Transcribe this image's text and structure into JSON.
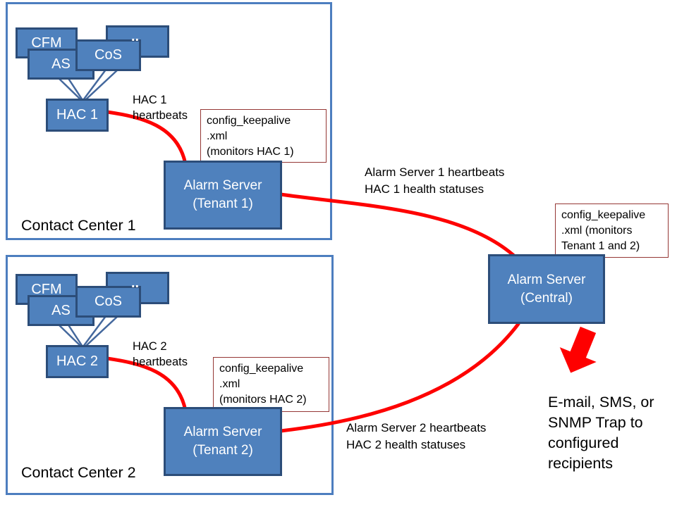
{
  "colors": {
    "box_fill": "#4f81bd",
    "box_border": "#2c4d79",
    "container_border": "#4d7ebf",
    "connector_line": "#44689d",
    "heartbeat_line": "#fe0000",
    "note_border": "#953735"
  },
  "cc1": {
    "title": "Contact Center 1",
    "box_cfm": "CFM",
    "box_as": "AS",
    "box_cos": "CoS",
    "box_more": "..",
    "box_hac": "HAC 1",
    "hb_line1": "HAC 1",
    "hb_line2": "heartbeats",
    "note_line1": "config_keepalive",
    "note_line2": ".xml",
    "note_line3": "(monitors HAC 1)",
    "server_line1": "Alarm Server",
    "server_line2": "(Tenant 1)"
  },
  "cc2": {
    "title": "Contact Center 2",
    "box_cfm": "CFM",
    "box_as": "AS",
    "box_cos": "CoS",
    "box_more": "..",
    "box_hac": "HAC 2",
    "hb_line1": "HAC 2",
    "hb_line2": "heartbeats",
    "note_line1": "config_keepalive",
    "note_line2": ".xml",
    "note_line3": "(monitors HAC 2)",
    "server_line1": "Alarm Server",
    "server_line2": "(Tenant 2)"
  },
  "flows": {
    "as1_line1": "Alarm Server 1 heartbeats",
    "as1_line2": "HAC 1 health statuses",
    "as2_line1": "Alarm Server 2 heartbeats",
    "as2_line2": "HAC 2 health statuses"
  },
  "central": {
    "note_line1": "config_keepalive",
    "note_line2": ".xml (monitors",
    "note_line3": "Tenant 1 and 2)",
    "server_line1": "Alarm Server",
    "server_line2": "(Central)",
    "output_line1": "E-mail, SMS, or",
    "output_line2": "SNMP Trap to",
    "output_line3": "configured",
    "output_line4": "recipients"
  }
}
